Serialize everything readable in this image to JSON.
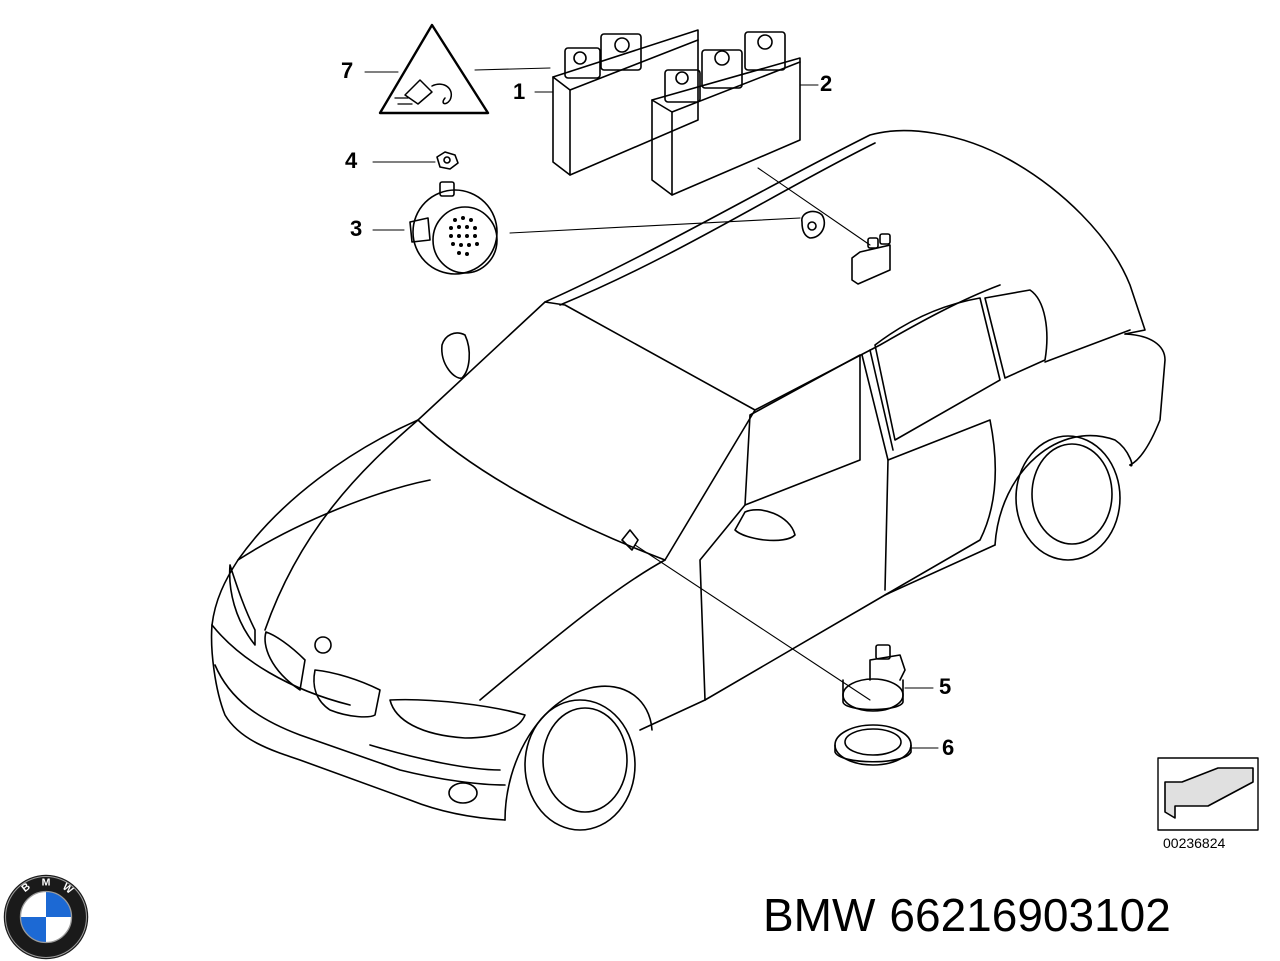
{
  "callouts": [
    {
      "id": "1",
      "label": "1"
    },
    {
      "id": "2",
      "label": "2"
    },
    {
      "id": "3",
      "label": "3"
    },
    {
      "id": "4",
      "label": "4"
    },
    {
      "id": "5",
      "label": "5"
    },
    {
      "id": "6",
      "label": "6"
    },
    {
      "id": "7",
      "label": "7"
    }
  ],
  "diagram_ref": "00236824",
  "caption": {
    "brand": "BMW",
    "part_number": "66216903102"
  },
  "logo": {
    "letters": "BMW",
    "icon": "bmw-roundel-icon",
    "colors": {
      "blue": "#1c69d4",
      "ring": "#1a1a1a"
    }
  }
}
